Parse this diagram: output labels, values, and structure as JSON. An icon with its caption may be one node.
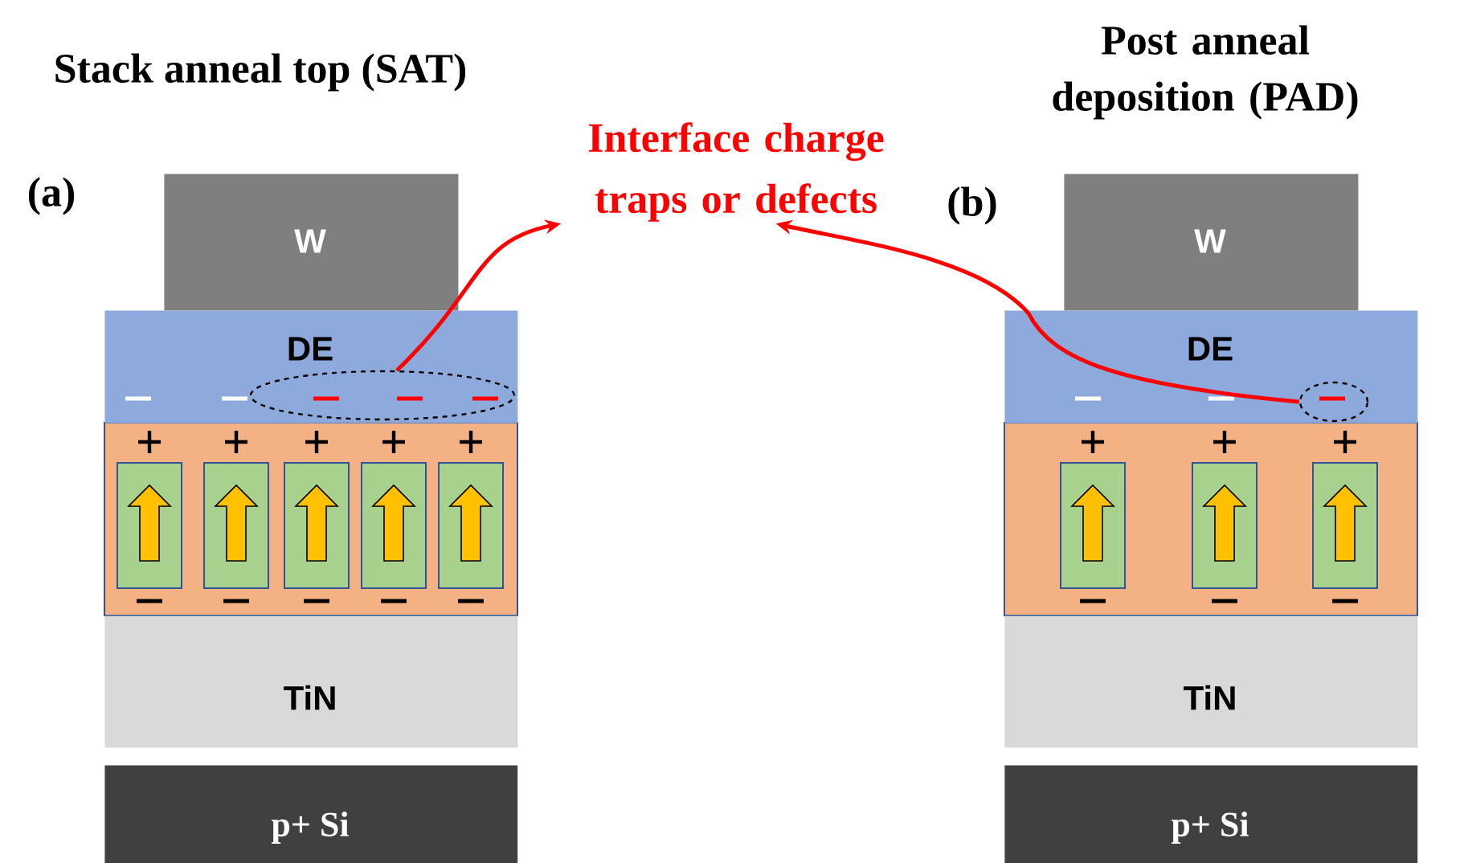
{
  "diagram": {
    "nodes": [
      {
        "text": [
          "Interface charge traps or defects"
        ]
      },
      {
        "text": [
          "W"
        ]
      },
      {
        "text": [
          "DE"
        ]
      },
      {
        "text": [
          "TiN"
        ]
      },
      {
        "text": [
          "p+ Si"
        ]
      },
      {
        "text": [],
        "shape": "ellipse",
        "in": 2
      },
      {
        "text": [
          "W"
        ]
      },
      {
        "text": [
          "DE"
        ]
      },
      {
        "text": [
          "TiN"
        ]
      },
      {
        "text": [
          "p+ Si"
        ]
      },
      {
        "text": [],
        "shape": "ellipse",
        "in": 7
      }
    ],
    "edges": [
      {
        "from": 5,
        "to": 0,
        "arrow": "to"
      },
      {
        "from": 10,
        "to": 0,
        "arrow": "to"
      }
    ],
    "labels": [
      "Stack anneal top (SAT)",
      "Post anneal deposition (PAD)",
      "(a)",
      "(b)"
    ]
  }
}
